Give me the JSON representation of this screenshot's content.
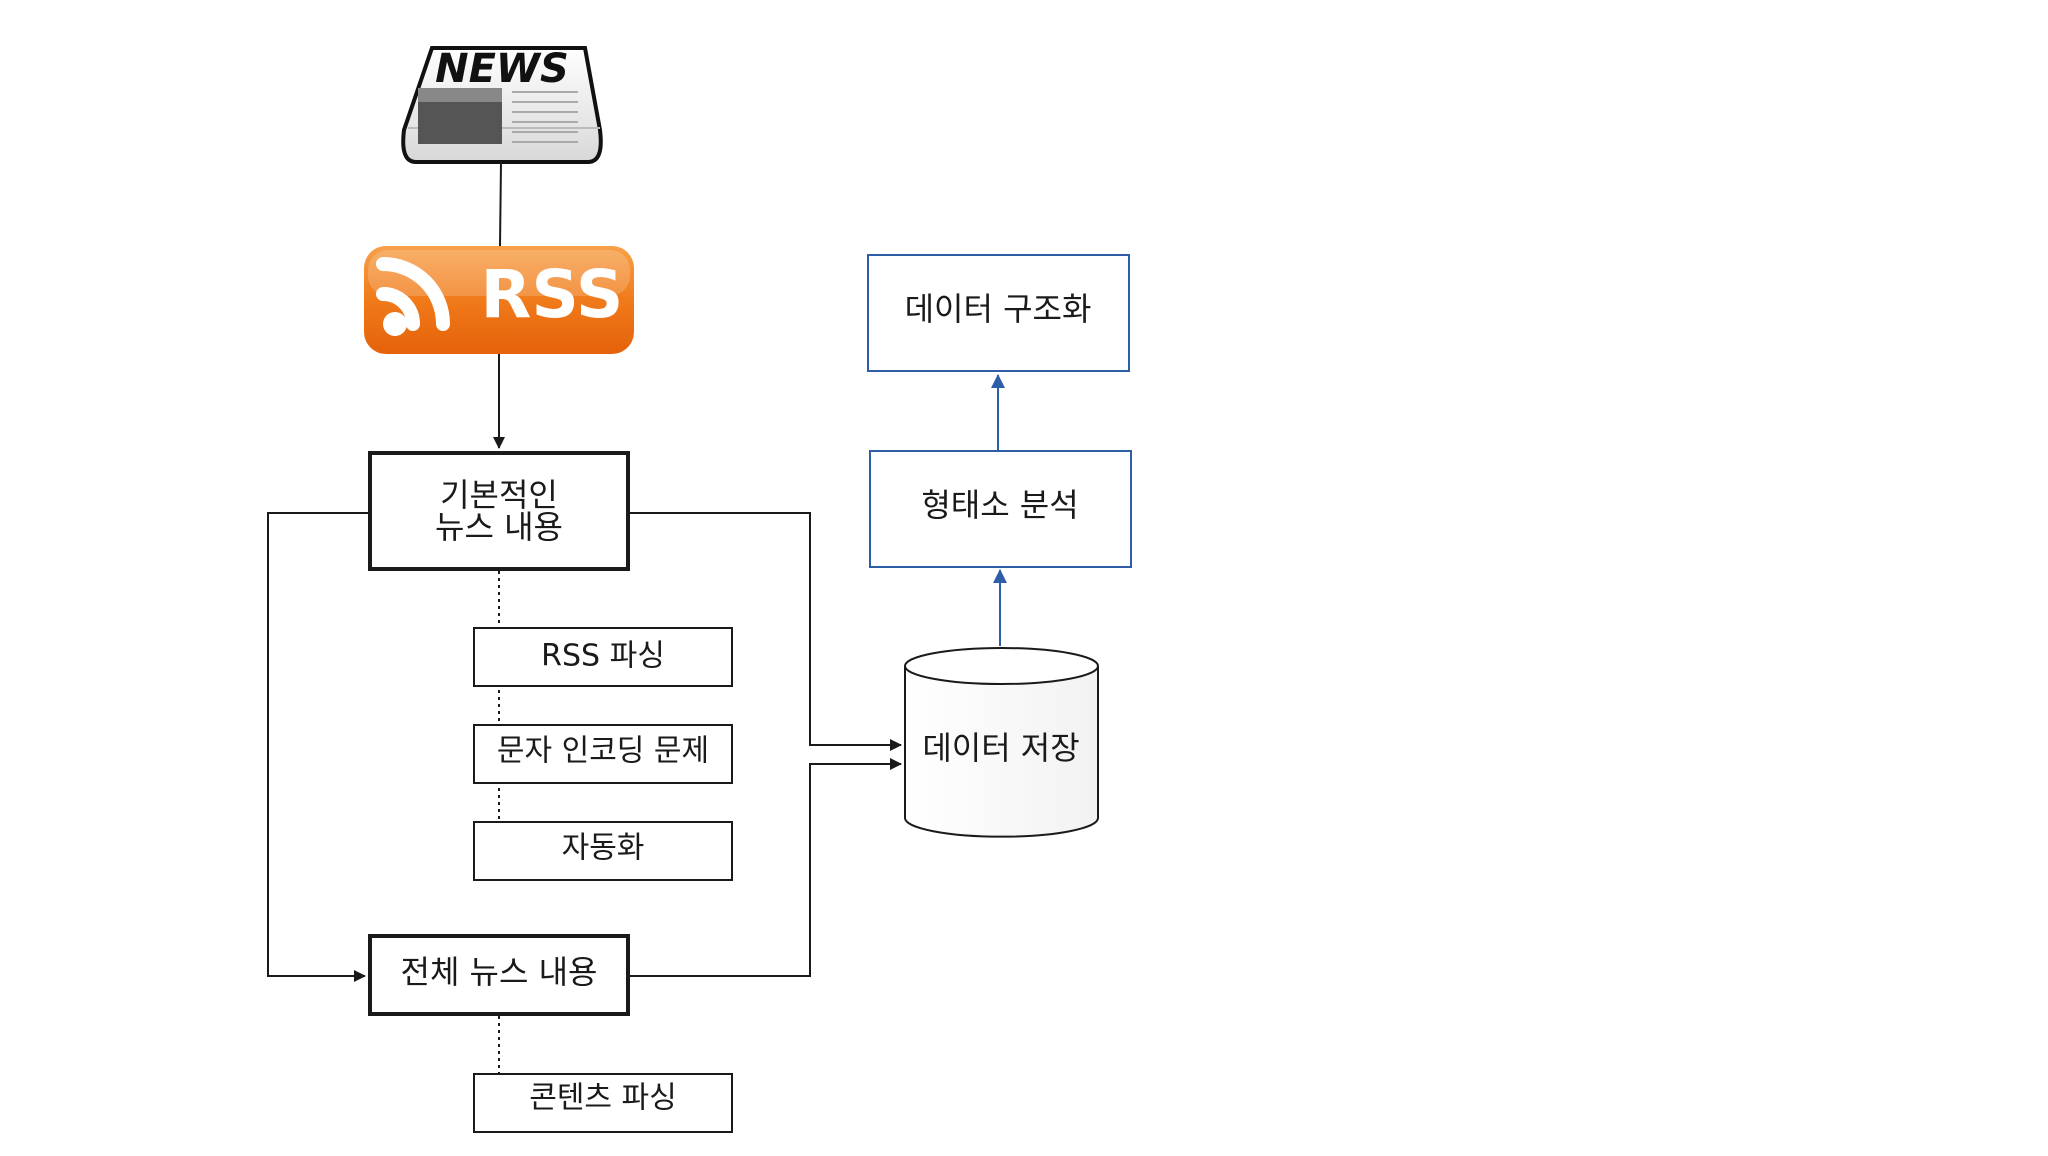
{
  "news_icon": {
    "text": "NEWS"
  },
  "rss_badge": {
    "text": "RSS",
    "color": "#f07a1a"
  },
  "colors": {
    "black": "#1a1a1a",
    "blue": "#2f5ea8"
  },
  "nodes": {
    "basic_news": {
      "line1": "기본적인",
      "line2": "뉴스 내용"
    },
    "rss_parsing": "RSS 파싱",
    "encoding_issue": "문자 인코딩 문제",
    "automation": "자동화",
    "full_news": "전체 뉴스 내용",
    "content_parsing": "콘텐츠 파싱",
    "data_storage": "데이터 저장",
    "morph_analysis": "형태소 분석",
    "data_structuring": "데이터 구조화"
  }
}
